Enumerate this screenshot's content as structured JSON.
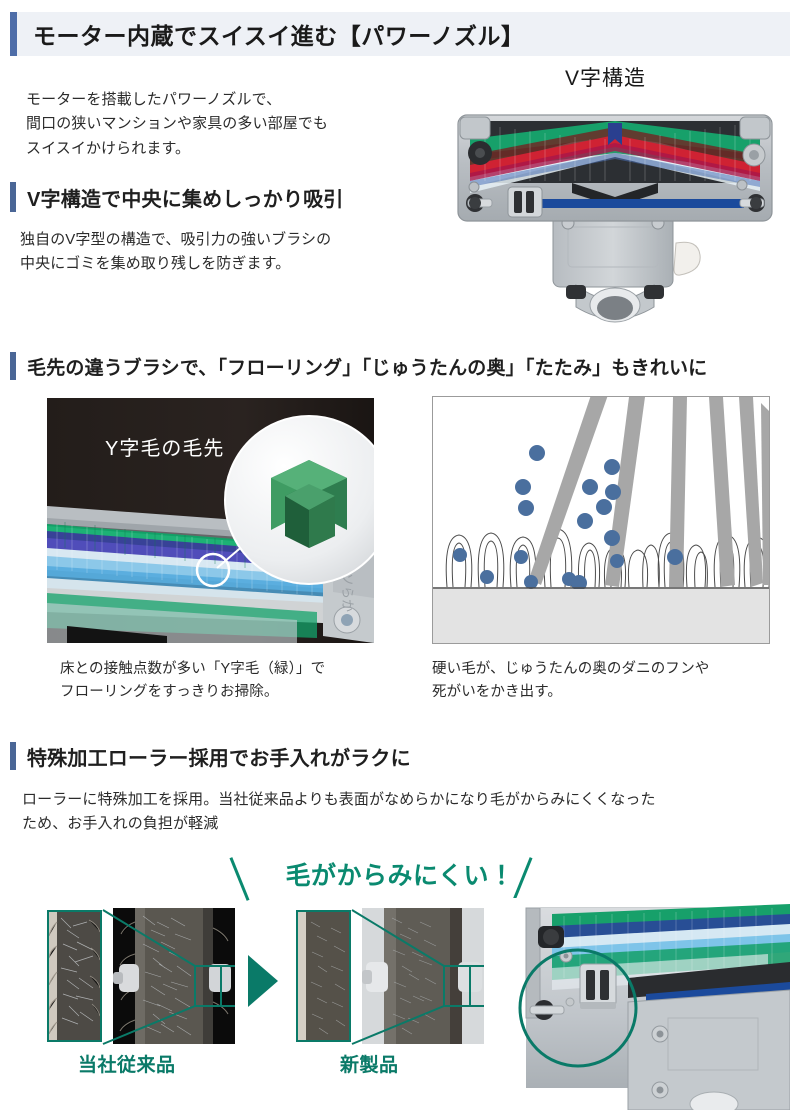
{
  "header": {
    "title": "モーター内蔵でスイスイ進む【パワーノズル】",
    "accent_color": "#4e6da8",
    "background_color": "#eef1f6"
  },
  "intro": {
    "text": "モーターを搭載したパワーノズルで、\n間口の狭いマンションや家具の多い部屋でも\nスイスイかけられます。"
  },
  "section_v": {
    "heading": "V字構造で中央に集めしっかり吸引",
    "body": "独自のV字型の構造で、吸引力の強いブラシの\n中央にゴミを集め取り残しを防ぎます。",
    "photo_caption": "V字構造"
  },
  "section_brush": {
    "heading": "毛先の違うブラシで、「フローリング」「じゅうたんの奥」「たたみ」もきれいに",
    "left_photo_label": "Y字毛の毛先",
    "left_caption": "床との接触点数が多い「Y字毛（緑）」で\nフローリングをすっきりお掃除。",
    "right_caption": "硬い毛が、じゅうたんの奥のダニのフンや\n死がいをかき出す。"
  },
  "section_roller": {
    "heading": "特殊加工ローラー採用でお手入れがラクに",
    "body": "ローラーに特殊加工を採用。当社従来品よりも表面がなめらかになり毛がからみにくくなった\nため、お手入れの負担が軽減",
    "catchphrase": "毛がからみにくい！",
    "compare_old_label": "当社従来品",
    "compare_new_label": "新製品"
  },
  "colors": {
    "header_accent": "#4e6da8",
    "section_accent": "#4a6696",
    "teal": "#0a8a70",
    "teal_dark": "#0a7a68",
    "text": "#231f20"
  }
}
